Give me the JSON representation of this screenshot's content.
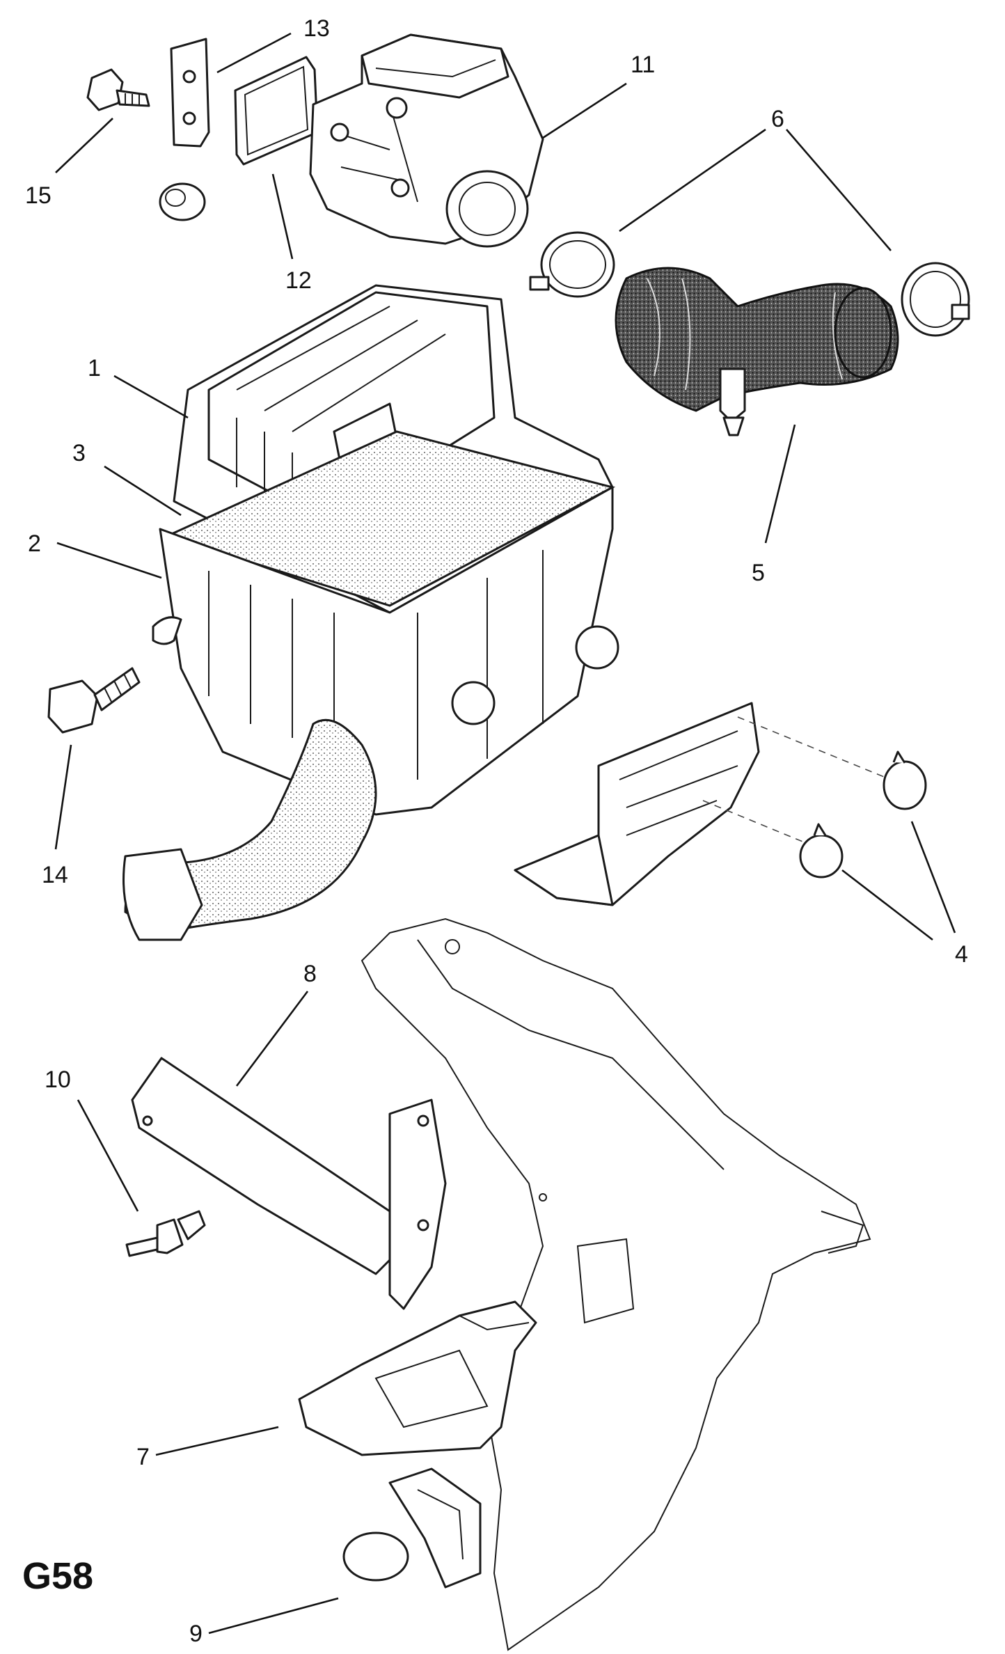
{
  "diagram": {
    "code": "G58",
    "callouts": [
      "1",
      "2",
      "3",
      "4",
      "5",
      "6",
      "7",
      "8",
      "9",
      "10",
      "11",
      "12",
      "13",
      "14",
      "15"
    ]
  }
}
